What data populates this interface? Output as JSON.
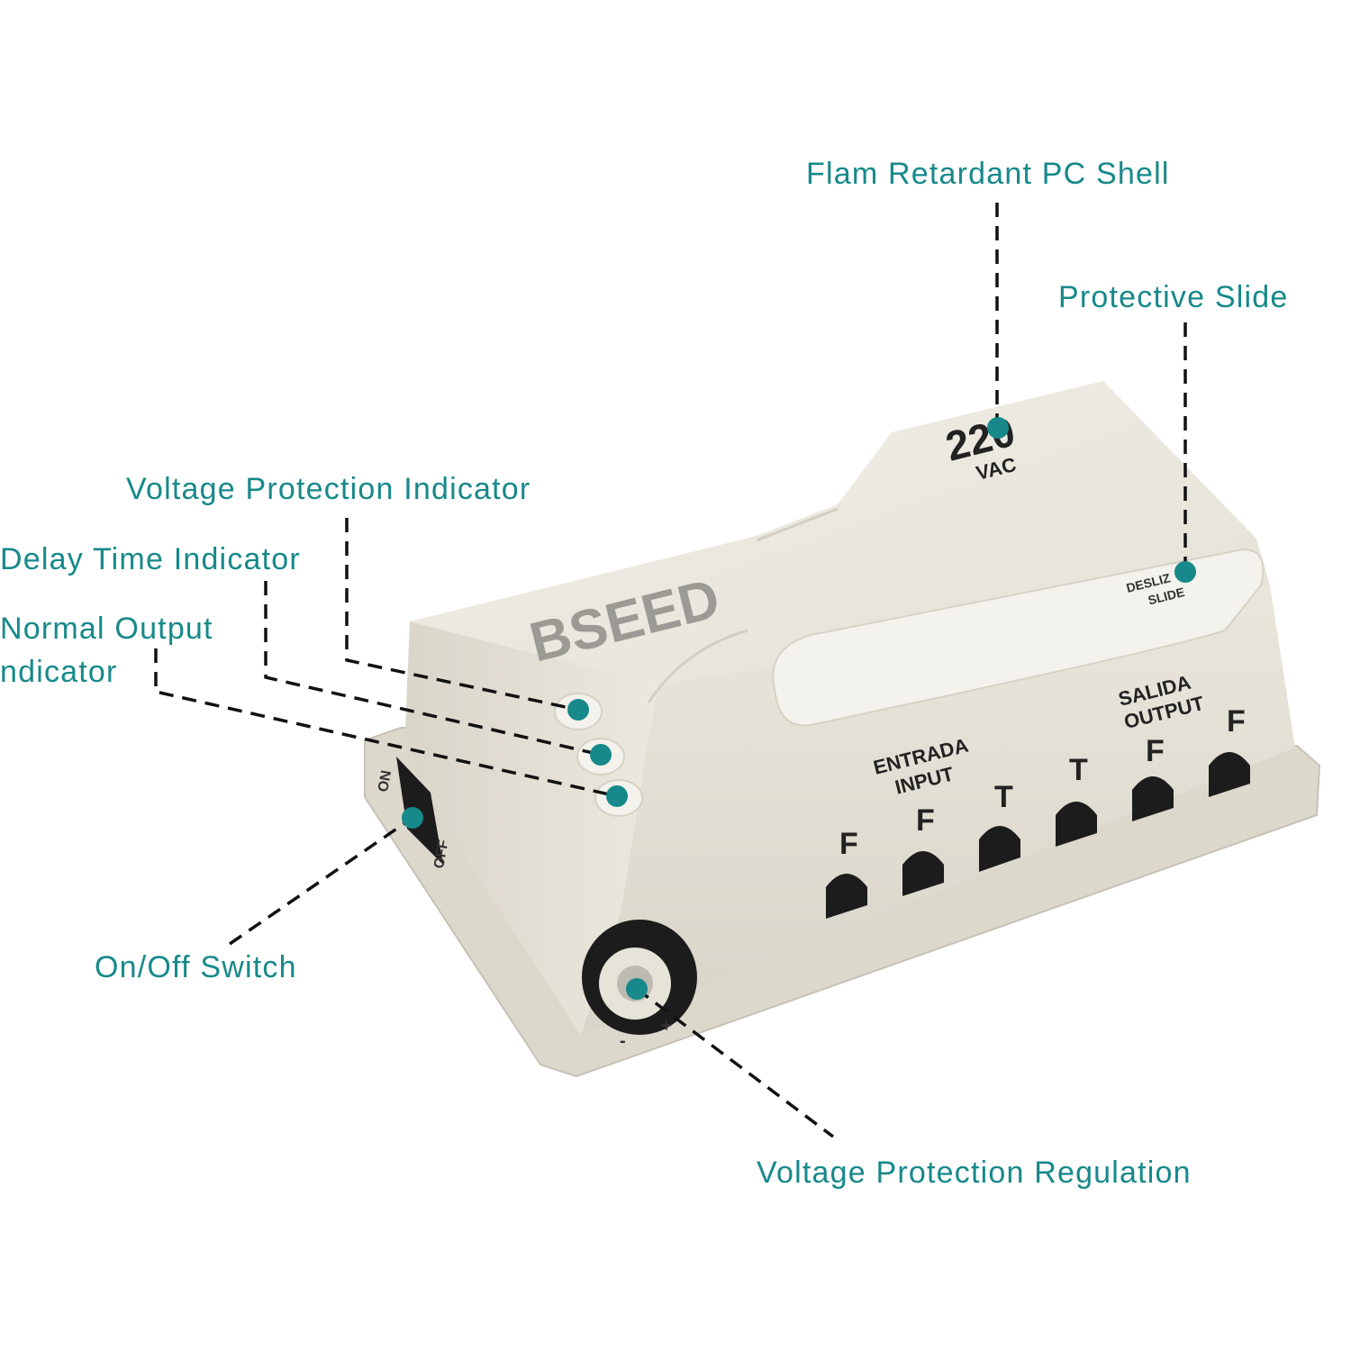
{
  "colors": {
    "accent": "#17898a",
    "shell": "#e8e5da",
    "shell_shadow": "#cfcbbf",
    "dark": "#1c1c1c"
  },
  "callouts": {
    "shell": "Flam Retardant PC Shell",
    "slide": "Protective Slide",
    "voltage_indicator": "Voltage Protection Indicator",
    "delay_indicator": "Delay Time Indicator",
    "normal_output_line1": "Normal Output",
    "normal_output_line2": "ndicator",
    "switch": "On/Off Switch",
    "regulation": "Voltage Protection Regulation"
  },
  "product": {
    "brand": "BSEED",
    "voltage": "220",
    "voltage_unit": "VAC",
    "slide_es": "DESLIZ",
    "slide_en": "SLIDE",
    "input_es": "ENTRADA",
    "input_en": "INPUT",
    "output_es": "SALIDA",
    "output_en": "OUTPUT",
    "terminals": [
      "F",
      "F",
      "T",
      "T",
      "F",
      "F"
    ],
    "switch_on": "ON",
    "switch_off": "OFF",
    "minus": "-",
    "plus": "+"
  }
}
